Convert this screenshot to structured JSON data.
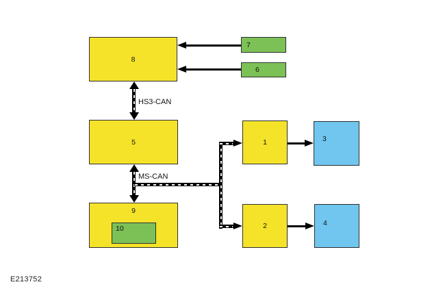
{
  "figure": {
    "code": "E213752"
  },
  "colors": {
    "module_yellow": "#F5E32A",
    "component_green": "#7CC156",
    "output_blue": "#70C6EE",
    "connector_line": "#000000",
    "box_border": "#2E2E2E"
  },
  "bus_labels": {
    "hs3_can": "HS3-CAN",
    "ms_can": "MS-CAN"
  },
  "boxes": {
    "b1": {
      "label": "1",
      "color": "yellow"
    },
    "b2": {
      "label": "2",
      "color": "yellow"
    },
    "b3": {
      "label": "3",
      "color": "blue"
    },
    "b4": {
      "label": "4",
      "color": "blue"
    },
    "b5": {
      "label": "5",
      "color": "yellow"
    },
    "b6": {
      "label": "6",
      "color": "green"
    },
    "b7": {
      "label": "7",
      "color": "green"
    },
    "b8": {
      "label": "8",
      "color": "yellow"
    },
    "b9": {
      "label": "9",
      "color": "yellow"
    },
    "b10": {
      "label": "10",
      "color": "green"
    }
  }
}
